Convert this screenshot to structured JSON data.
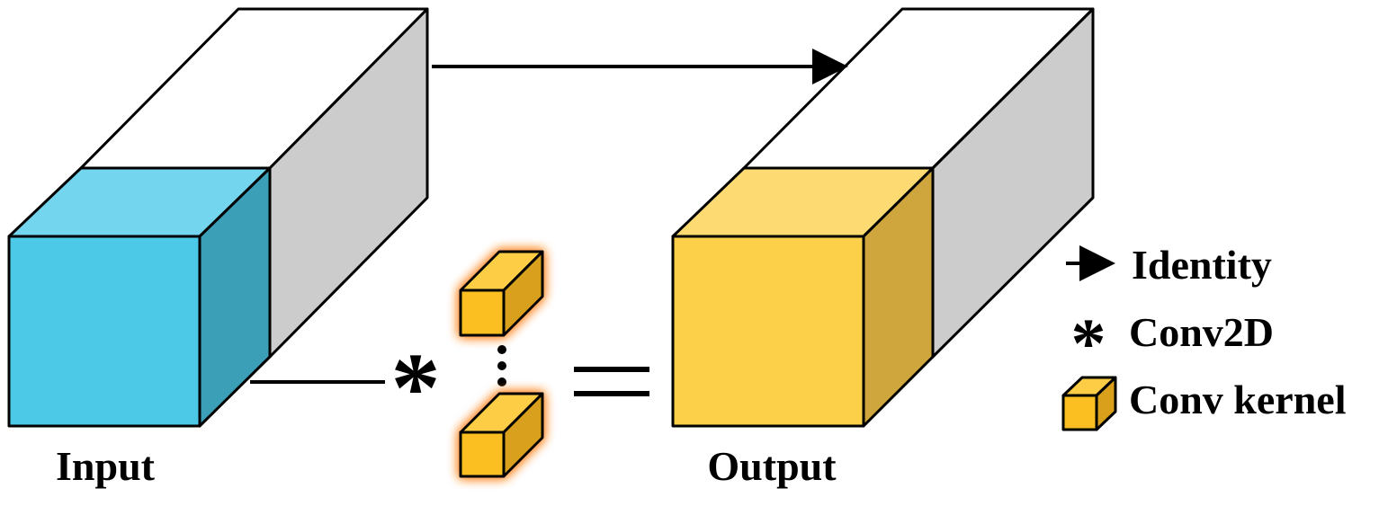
{
  "labels": {
    "input": "Input",
    "output": "Output"
  },
  "operators": {
    "conv": "*",
    "equals": "="
  },
  "legend": {
    "identity": "Identity",
    "conv2d": "Conv2D",
    "kernel": "Conv kernel"
  },
  "colors": {
    "input_front": "#4dc9e8",
    "input_top": "#74d5ee",
    "input_side": "#3b9fb8",
    "output_front": "#fdd04a",
    "output_top": "#fddb72",
    "output_side": "#cfa63d",
    "tensor_body_top": "#ffffff",
    "tensor_body_side": "#cccccc",
    "kernel_front": "#fbbf22",
    "kernel_top": "#fccd45",
    "kernel_side": "#d8a01b",
    "kernel_glow": "#ff8a2a",
    "stroke": "#000000"
  }
}
